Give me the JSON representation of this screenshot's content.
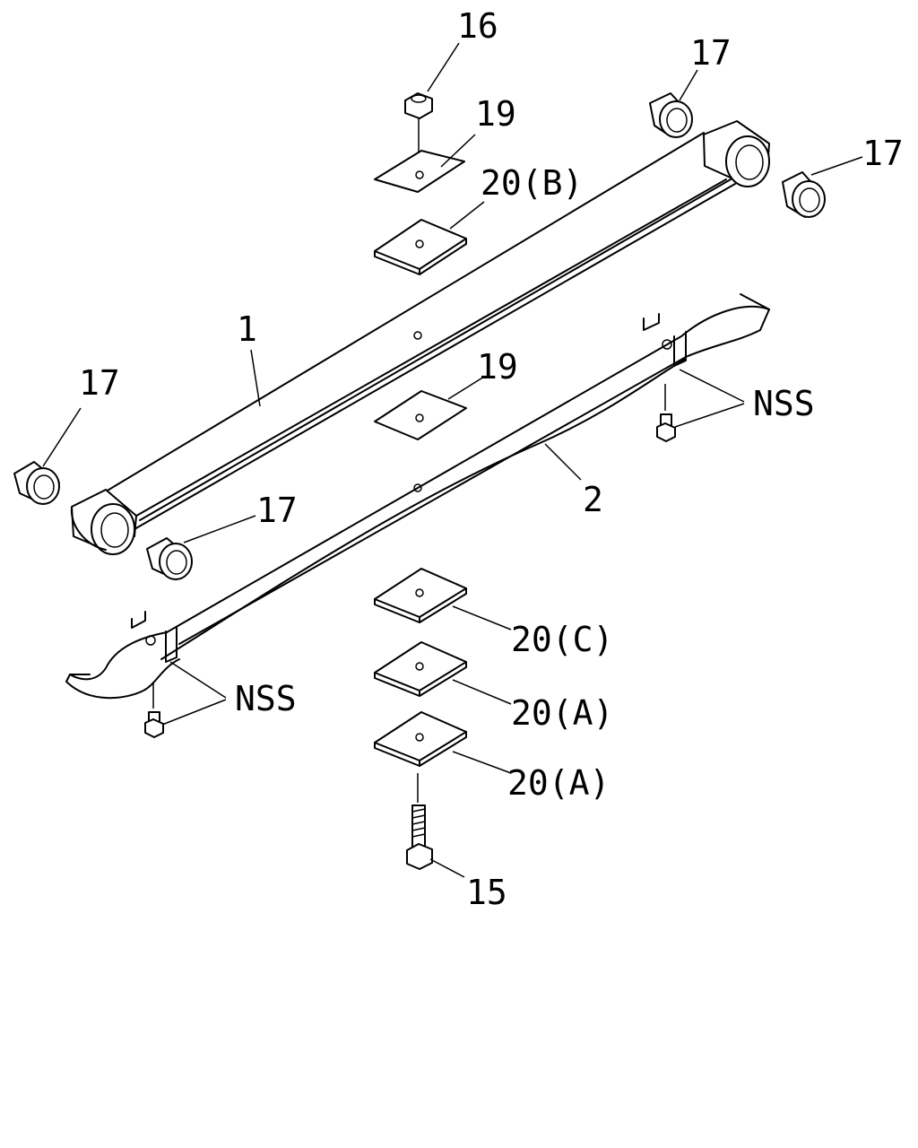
{
  "callouts": {
    "c16": "16",
    "c19_top": "19",
    "c20b": "20(B)",
    "c17_top": "17",
    "c17_right": "17",
    "c17_left": "17",
    "c17_mid": "17",
    "c1": "1",
    "c19_mid": "19",
    "c2": "2",
    "nss_right": "NSS",
    "nss_left": "NSS",
    "c20c": "20(C)",
    "c20a_1": "20(A)",
    "c20a_2": "20(A)",
    "c15": "15"
  }
}
